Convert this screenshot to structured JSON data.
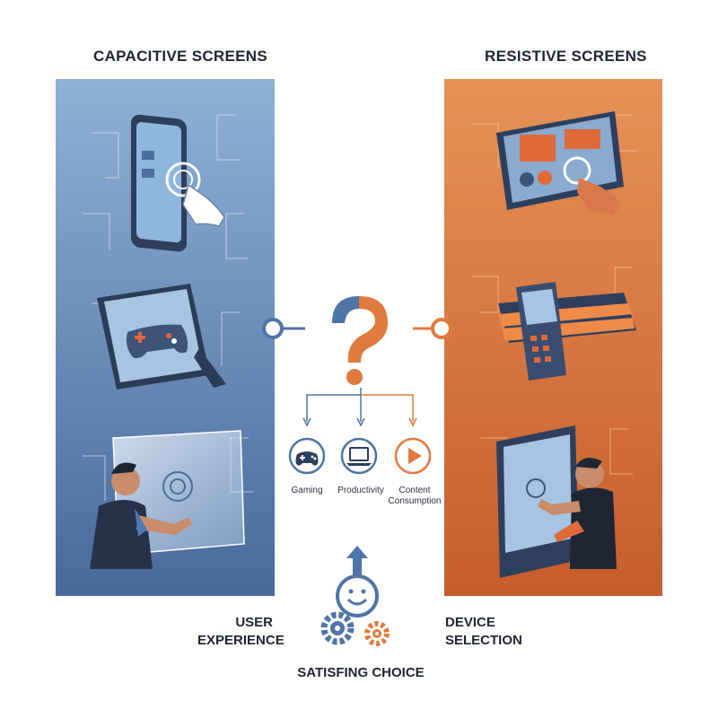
{
  "left_panel": {
    "title": "CAPACITIVE SCREENS",
    "color_top": "#8fb1d6",
    "color_bottom": "#49699a"
  },
  "right_panel": {
    "title": "RESISTIVE SCREENS",
    "color_top": "#e59257",
    "color_bottom": "#c75c2c"
  },
  "center": {
    "question_icon": "question-mark-icon",
    "options": [
      {
        "label": "Gaming",
        "icon": "gamepad-icon"
      },
      {
        "label": "Productivity",
        "icon": "laptop-icon"
      },
      {
        "label": "Content Consumption",
        "icon": "play-icon"
      }
    ]
  },
  "bottom": {
    "left_label": "USER EXPERIENCE",
    "right_label": "DEVICE SELECTION",
    "center_label": "SATISFING CHOICE"
  },
  "colors": {
    "blue": "#4f74a6",
    "orange": "#e07a3e",
    "ink": "#1f2533"
  }
}
